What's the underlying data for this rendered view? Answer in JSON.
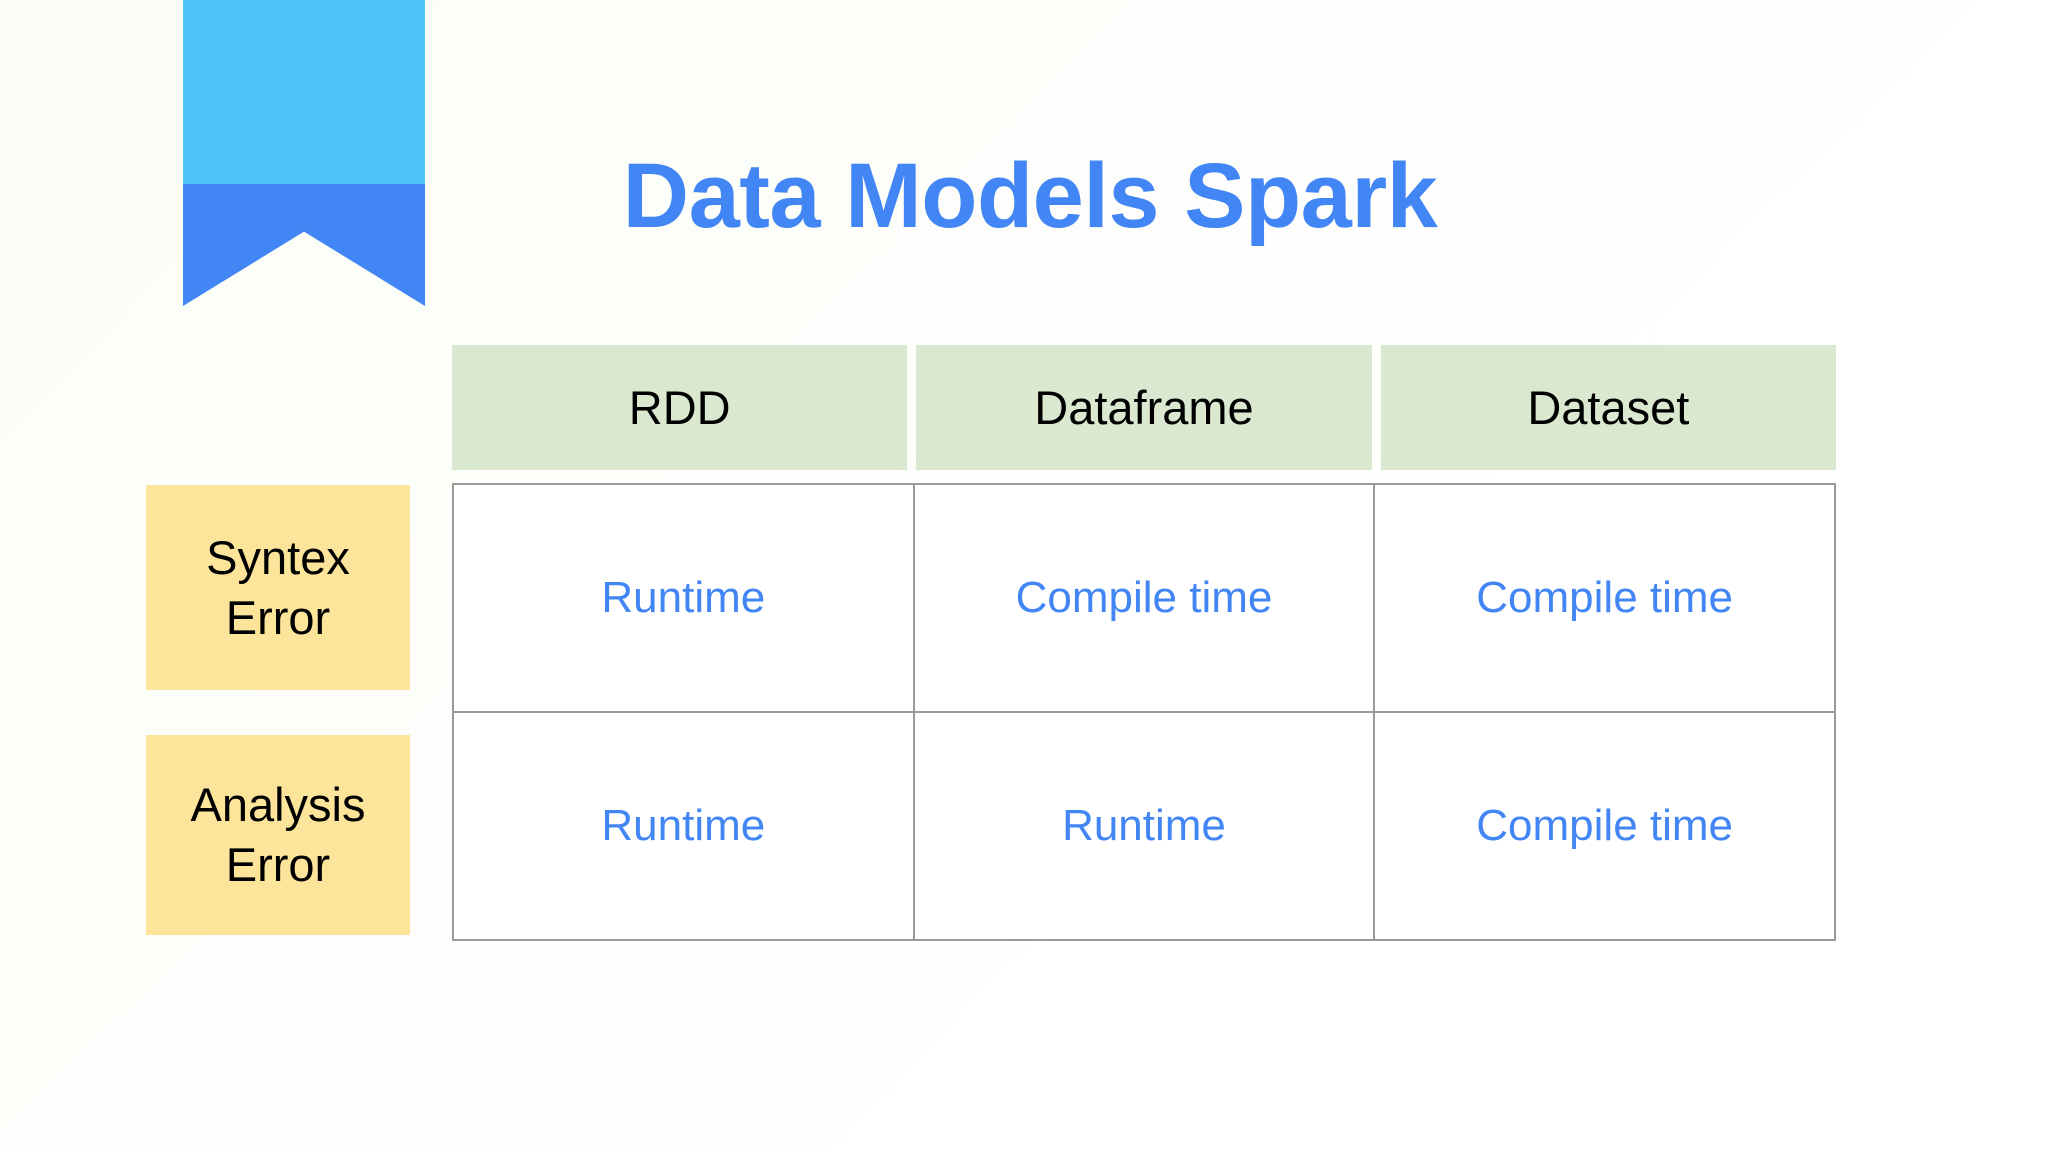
{
  "slide": {
    "title": "Data Models Spark",
    "background_color": "#fdfefb",
    "accent_color": "#4285f4",
    "header_fill": "#dbe8d0",
    "label_fill": "#fce49a",
    "cell_text_color": "#4285f4",
    "border_color": "#9a9a9a"
  },
  "logo": {
    "name": "bookmark-ribbon",
    "top_color": "#4cc3f9",
    "bottom_color": "#4285f4"
  },
  "table": {
    "columns": [
      "RDD",
      "Dataframe",
      "Dataset"
    ],
    "rows": [
      {
        "label": "Syntex Error",
        "label_lines": [
          "Syntex",
          "Error"
        ],
        "cells": [
          "Runtime",
          "Compile time",
          "Compile time"
        ]
      },
      {
        "label": "Analysis Error",
        "label_lines": [
          "Analysis",
          "Error"
        ],
        "cells": [
          "Runtime",
          "Runtime",
          "Compile time"
        ]
      }
    ]
  }
}
